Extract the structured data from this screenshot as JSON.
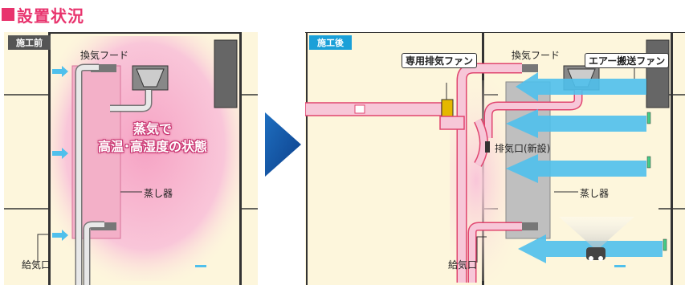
{
  "title": "設置状況",
  "colors": {
    "accent": "#e8336d",
    "before_tag": "#555555",
    "after_tag": "#1aa0d8",
    "mist": "#f4a0c0",
    "airflow": "#4fc0ec"
  },
  "before": {
    "tag": "施工前",
    "hood_label": "換気フード",
    "state_line1": "蒸気で",
    "state_line2": "高温･高湿度の状態",
    "steamer_label": "蒸し器",
    "supply_label": "給気口"
  },
  "after": {
    "tag": "施工後",
    "fan_label": "専用排気ファン",
    "hood_label": "換気フード",
    "air_fan_label": "エアー搬送ファン",
    "exhaust_label": "排気口(新設)",
    "steamer_label": "蒸し器",
    "supply_label": "給気口"
  }
}
